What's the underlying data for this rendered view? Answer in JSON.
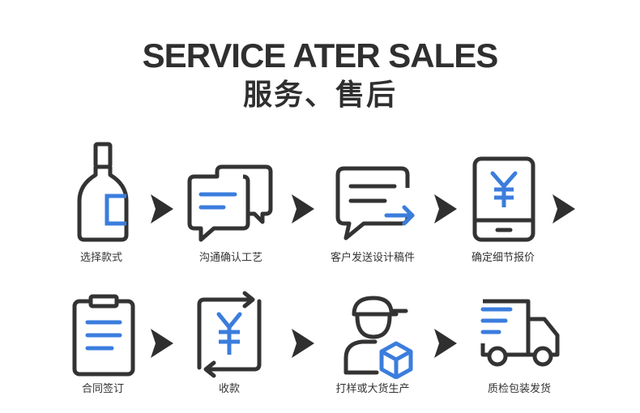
{
  "header": {
    "title": "SERVICE ATER SALES",
    "subtitle": "服务、售后"
  },
  "colors": {
    "stroke": "#333333",
    "accent": "#3b7ddd"
  },
  "steps": [
    {
      "label": "选择款式",
      "icon": "bottle-icon"
    },
    {
      "label": "沟通确认工艺",
      "icon": "chat-bubbles-icon"
    },
    {
      "label": "客户发送设计稿件",
      "icon": "message-send-icon"
    },
    {
      "label": "确定细节报价",
      "icon": "phone-yen-icon"
    },
    {
      "label": "合同签订",
      "icon": "clipboard-icon"
    },
    {
      "label": "收款",
      "icon": "payment-cycle-icon"
    },
    {
      "label": "打样或大货生产",
      "icon": "worker-box-icon"
    },
    {
      "label": "质检包装发货",
      "icon": "delivery-truck-icon"
    }
  ]
}
